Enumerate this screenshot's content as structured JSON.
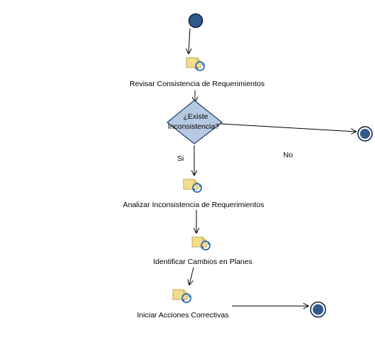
{
  "diagram": {
    "activities": [
      {
        "id": "revisar",
        "label": "Revisar Consistencia de Requerimientos",
        "icon": "activity-icon"
      },
      {
        "id": "analizar",
        "label": "Analizar Inconsistencia de Requerimientos",
        "icon": "activity-icon"
      },
      {
        "id": "identificar",
        "label": "Identificar Cambios en Planes",
        "icon": "activity-icon"
      },
      {
        "id": "iniciar",
        "label": "Iniciar Acciones Correctivas",
        "icon": "activity-icon"
      }
    ],
    "decision": {
      "label_line1": "¿Existe",
      "label_line2": "Inconsistencia?"
    },
    "guards": {
      "yes": "Si",
      "no": "No"
    },
    "colors": {
      "node_fill": "#2f5a8e",
      "node_stroke": "#0d1f3a",
      "decision_fill": "#b7c9e2",
      "decision_stroke": "#1f3d6b",
      "edge": "#000000",
      "icon_folder": "#f3dc8c",
      "icon_arrow": "#2a6fb0"
    }
  }
}
